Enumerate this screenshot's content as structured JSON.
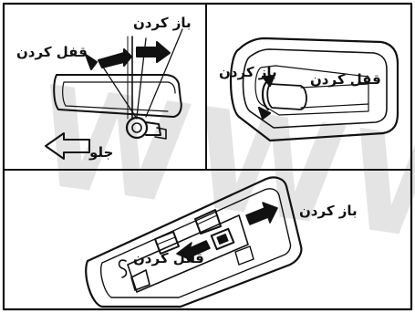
{
  "panel_top_left": {
    "lock_label": "قفل کردن",
    "unlock_label": "باز کردن",
    "front_label": "جلو"
  },
  "panel_top_right": {
    "unlock_label": "باز کردن",
    "lock_label": "قفل کردن"
  },
  "panel_bottom": {
    "unlock_label": "باز کردن",
    "lock_label": "قفل کردن"
  },
  "watermark": {
    "text": "WWW"
  },
  "colors": {
    "ink": "#111111",
    "frame": "#111111",
    "background": "#ffffff",
    "watermark": "#cfcfcf"
  }
}
